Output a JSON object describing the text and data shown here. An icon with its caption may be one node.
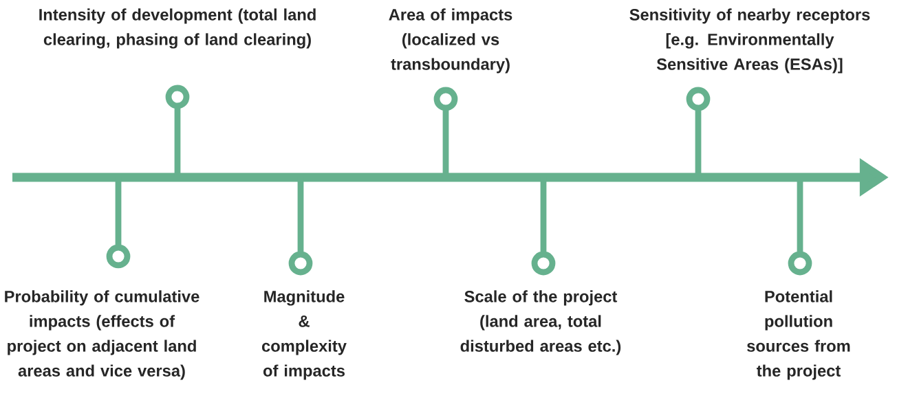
{
  "diagram": {
    "labels": [
      "Intensity of development (total land clearing, phasing of land clearing)",
      "Area of impacts (localized vs transboundary)",
      "Sensitivity of nearby receptors [e.g. Environmentally Sensitive Areas (ESAs)]",
      "Probability of cumulative impacts (effects of project on adjacent land areas and vice versa)",
      "Magnitude & complexity of impacts",
      "Scale of the project (land area, total disturbed areas etc.)",
      "Potential pollution sources from the project"
    ]
  }
}
